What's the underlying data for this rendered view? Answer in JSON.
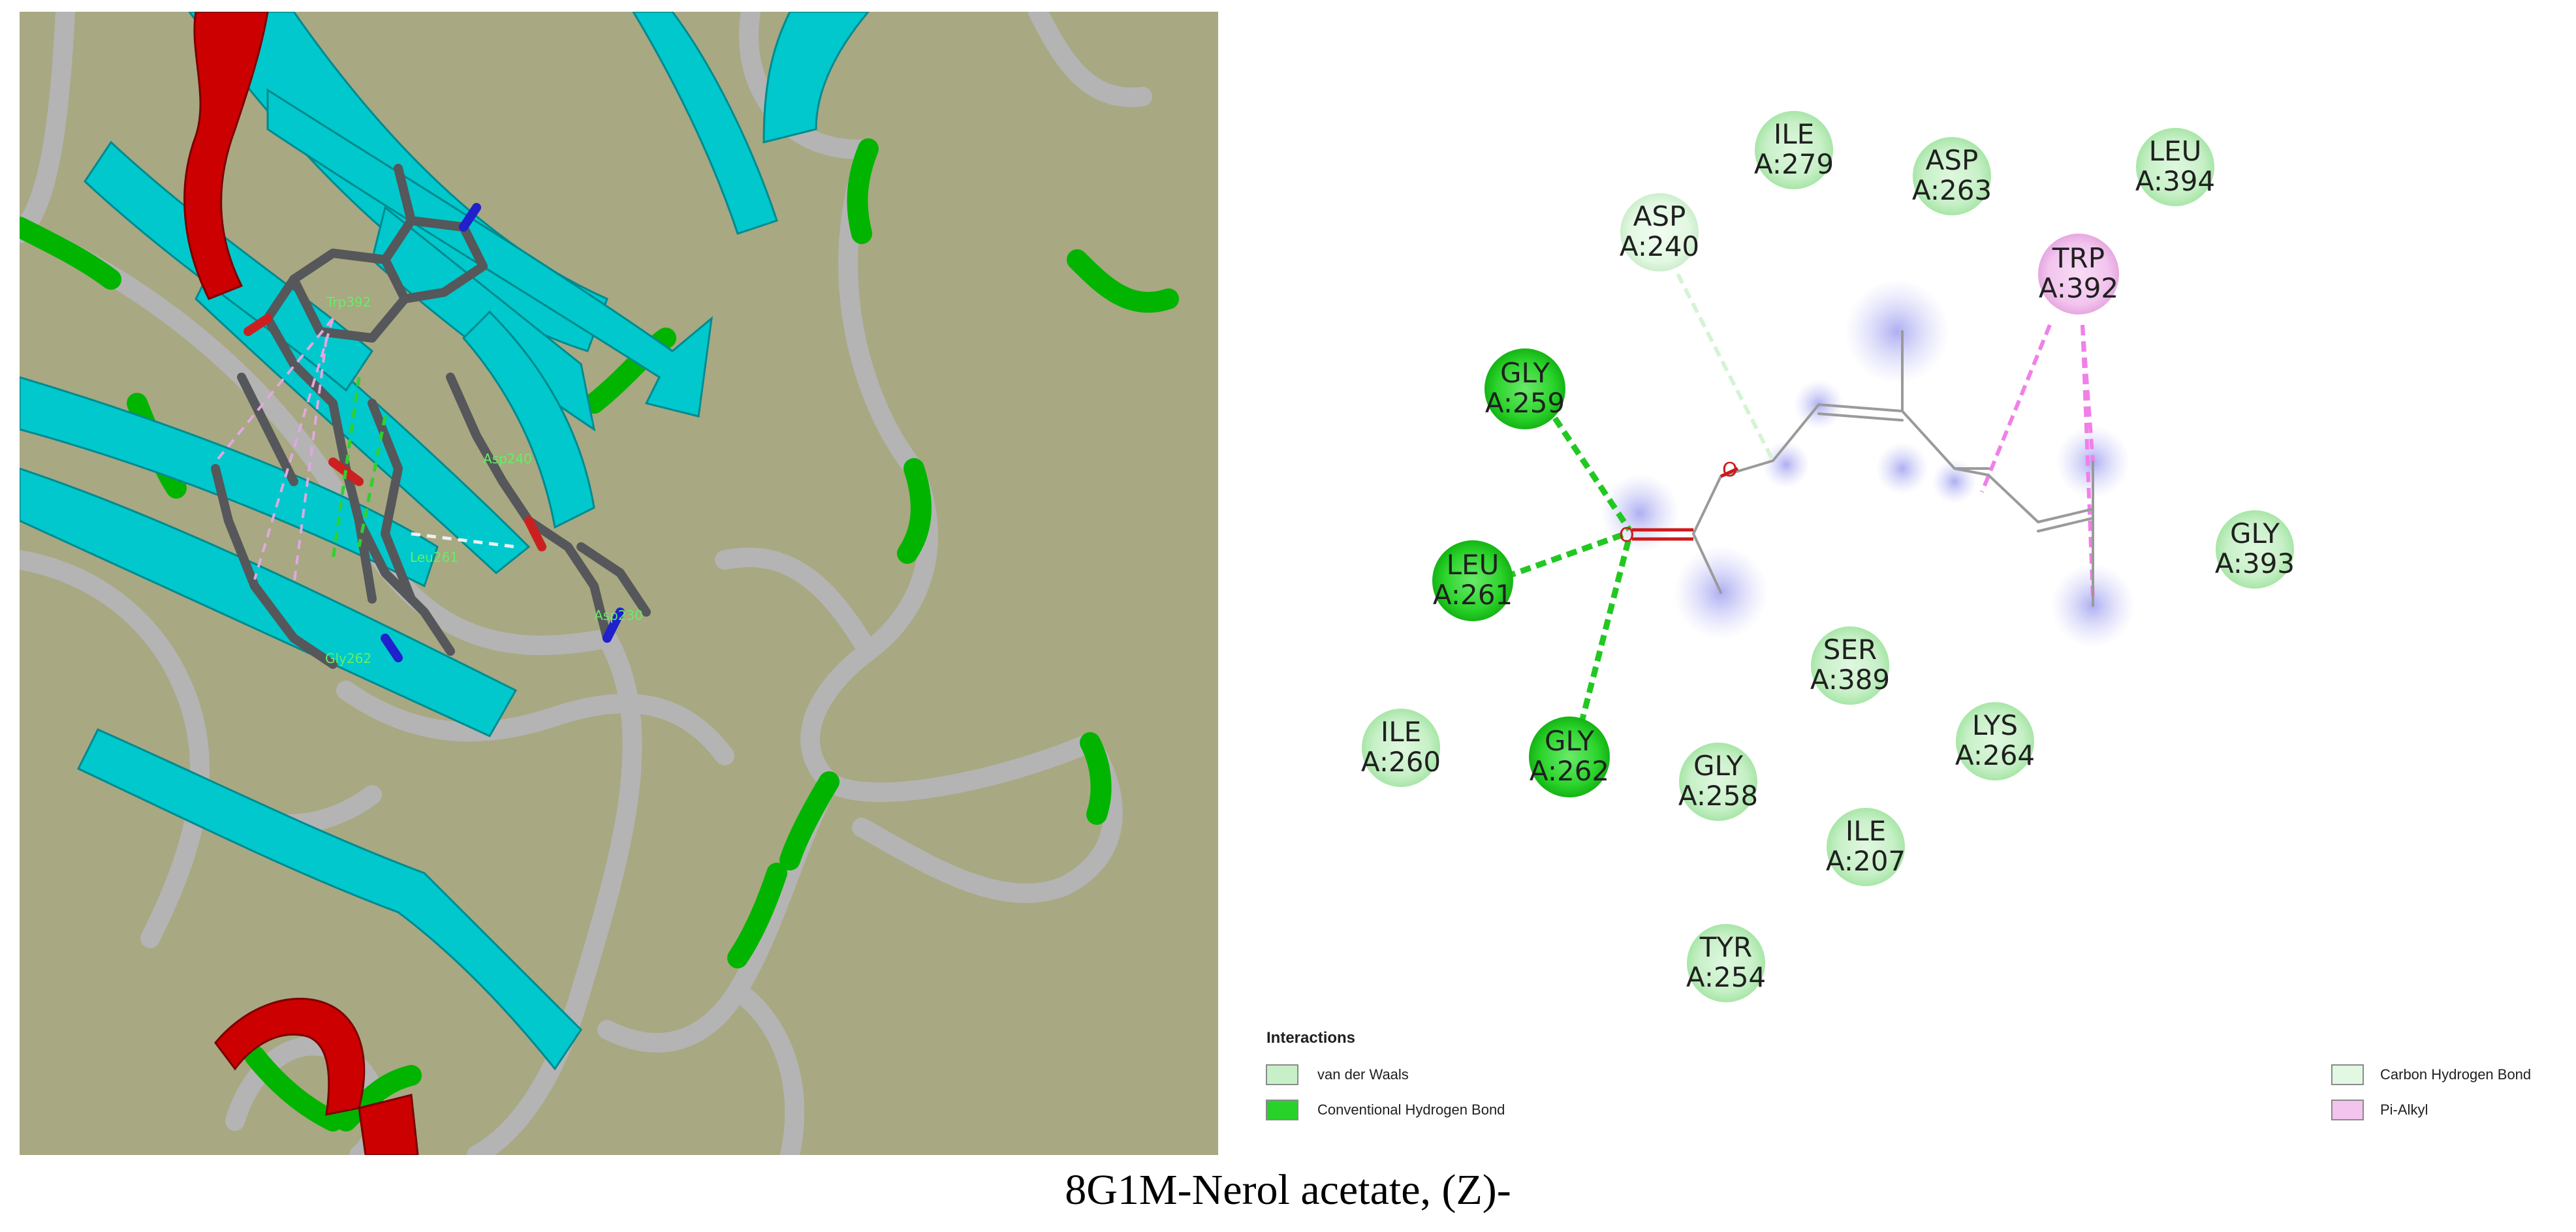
{
  "caption": "8G1M-Nerol acetate, (Z)-",
  "colors": {
    "background_3d": "#a8a882",
    "helix": "#cc0000",
    "strand": "#00c8cc",
    "coil": "#b4b4b4",
    "turn": "#00b400",
    "van_der_waals": "#c8f0c8",
    "conventional_hbond": "#28d228",
    "carbon_hbond": "#e2f8e2",
    "pi_alkyl": "#f2c4ee",
    "pi_alkyl_line": "#f080e8",
    "hbond_line": "#22c822"
  },
  "structure_labels": [
    {
      "id": "trp392",
      "text": "Trp392"
    },
    {
      "id": "asp240",
      "text": "Asp240"
    },
    {
      "id": "leu261",
      "text": "Leu261"
    },
    {
      "id": "gly262",
      "text": "Gly262"
    },
    {
      "id": "asp230",
      "text": "Asp230"
    }
  ],
  "residues": [
    {
      "id": "ile279",
      "name": "ILE",
      "num": "A:279",
      "type": "van_der_waals"
    },
    {
      "id": "asp263",
      "name": "ASP",
      "num": "A:263",
      "type": "van_der_waals"
    },
    {
      "id": "leu394",
      "name": "LEU",
      "num": "A:394",
      "type": "van_der_waals"
    },
    {
      "id": "asp240",
      "name": "ASP",
      "num": "A:240",
      "type": "carbon_hbond"
    },
    {
      "id": "trp392",
      "name": "TRP",
      "num": "A:392",
      "type": "pi_alkyl"
    },
    {
      "id": "gly259",
      "name": "GLY",
      "num": "A:259",
      "type": "conventional_hbond"
    },
    {
      "id": "leu261",
      "name": "LEU",
      "num": "A:261",
      "type": "conventional_hbond"
    },
    {
      "id": "gly393",
      "name": "GLY",
      "num": "A:393",
      "type": "van_der_waals"
    },
    {
      "id": "ser389",
      "name": "SER",
      "num": "A:389",
      "type": "van_der_waals"
    },
    {
      "id": "lys264",
      "name": "LYS",
      "num": "A:264",
      "type": "van_der_waals"
    },
    {
      "id": "ile260",
      "name": "ILE",
      "num": "A:260",
      "type": "van_der_waals"
    },
    {
      "id": "gly262",
      "name": "GLY",
      "num": "A:262",
      "type": "conventional_hbond"
    },
    {
      "id": "gly258",
      "name": "GLY",
      "num": "A:258",
      "type": "van_der_waals"
    },
    {
      "id": "ile207",
      "name": "ILE",
      "num": "A:207",
      "type": "van_der_waals"
    },
    {
      "id": "tyr254",
      "name": "TYR",
      "num": "A:254",
      "type": "van_der_waals"
    }
  ],
  "atoms": {
    "o1": "O",
    "o2": "O"
  },
  "legend": {
    "title": "Interactions",
    "items": [
      {
        "id": "vdw",
        "label": "van der Waals",
        "type": "van_der_waals"
      },
      {
        "id": "chb",
        "label": "Conventional Hydrogen Bond",
        "type": "conventional_hbond"
      },
      {
        "id": "cchb",
        "label": "Carbon Hydrogen Bond",
        "type": "carbon_hbond"
      },
      {
        "id": "pial",
        "label": "Pi-Alkyl",
        "type": "pi_alkyl"
      }
    ]
  }
}
